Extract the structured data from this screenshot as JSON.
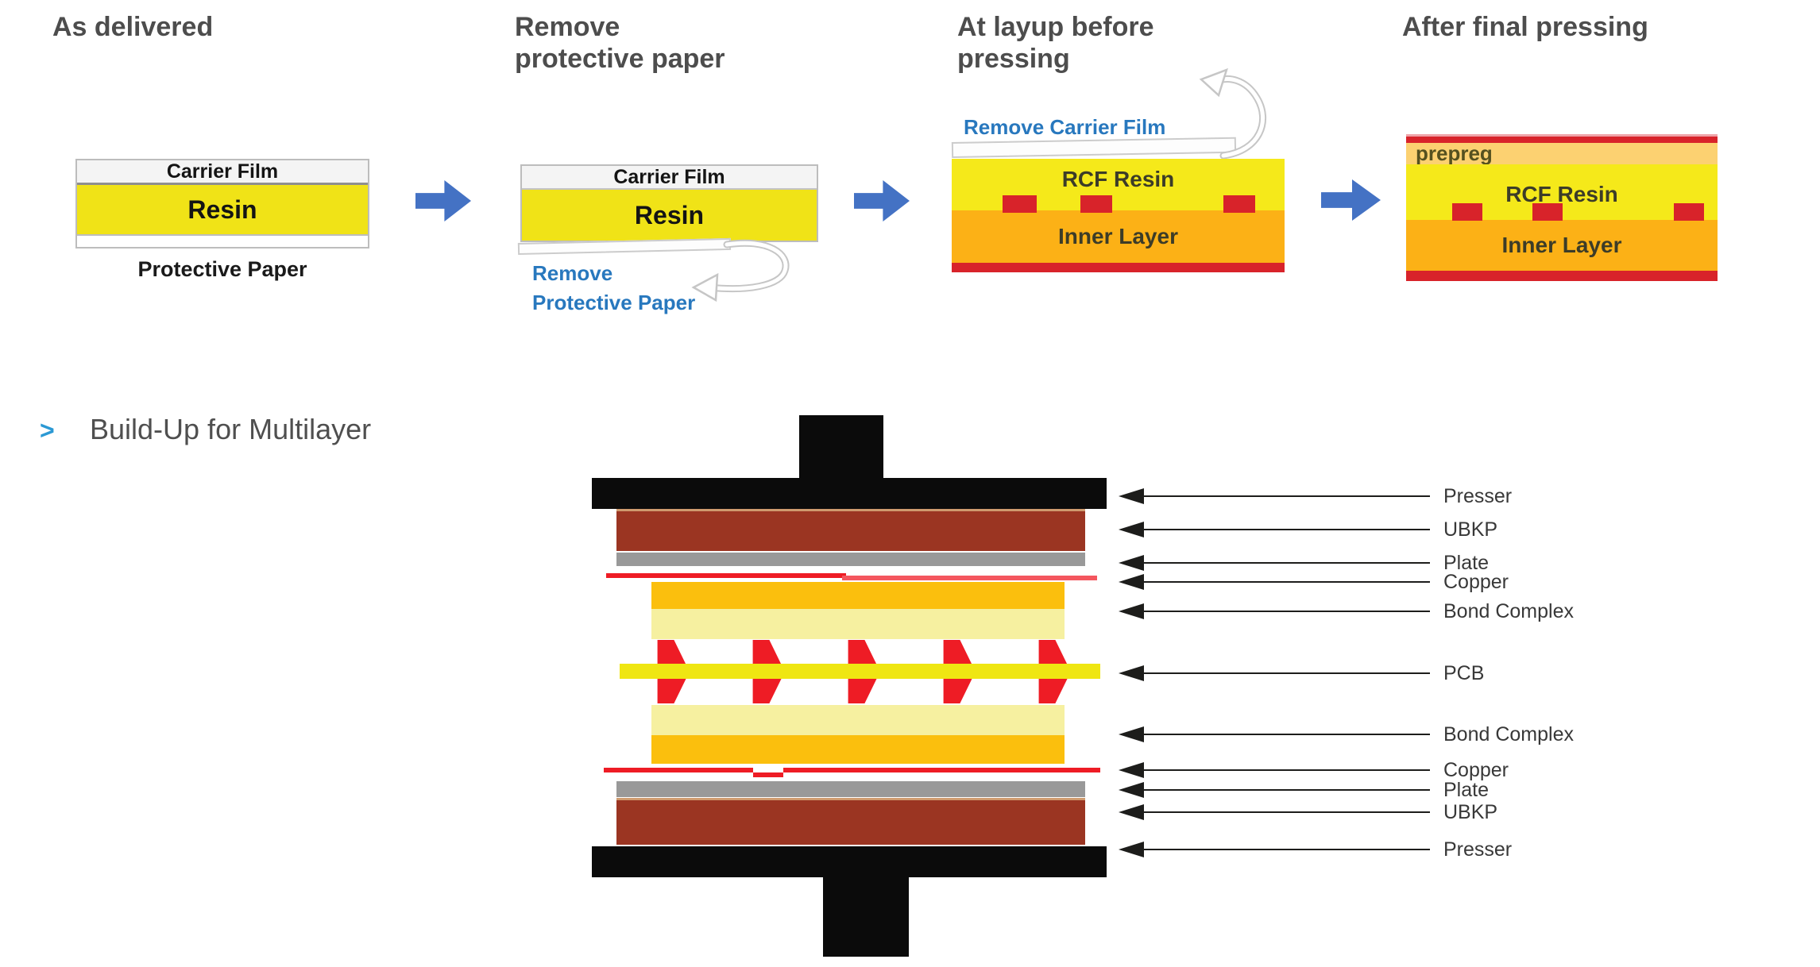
{
  "stage1": {
    "heading": "As delivered",
    "carrier_film": "Carrier Film",
    "resin": "Resin",
    "protective_paper": "Protective Paper"
  },
  "stage2": {
    "heading": "Remove\nprotective paper",
    "carrier_film": "Carrier Film",
    "resin": "Resin",
    "note": "Remove\nProtective Paper"
  },
  "stage3": {
    "heading": "At layup before\npressing",
    "note": "Remove Carrier Film",
    "rcf_resin": "RCF Resin",
    "inner_layer": "Inner Layer"
  },
  "stage4": {
    "heading": "After final pressing",
    "prepreg": "prepreg",
    "rcf_resin": "RCF Resin",
    "inner_layer": "Inner Layer"
  },
  "buildup": {
    "bullet": ">",
    "title": "Build-Up for Multilayer",
    "labels": [
      {
        "text": "Presser"
      },
      {
        "text": "UBKP"
      },
      {
        "text": "Plate"
      },
      {
        "text": "Copper"
      },
      {
        "text": "Bond Complex"
      },
      {
        "text": "PCB"
      },
      {
        "text": "Bond Complex"
      },
      {
        "text": "Copper"
      },
      {
        "text": "Plate"
      },
      {
        "text": "UBKP"
      },
      {
        "text": "Presser"
      }
    ]
  },
  "colors": {
    "accent_blue_arrow": "#4472c4",
    "note_blue": "#2878be",
    "bullet_blue": "#2b99d4",
    "heading_gray": "#4d4d4d",
    "resin_yellow": "#f0e317",
    "rcf_yellow": "#f5e91a",
    "inner_orange": "#fcb116",
    "chip_red": "#d8232a",
    "prepreg_tan": "#fcd171",
    "presser_black": "#0b0b0b",
    "ubkp_brown": "#9b3522",
    "plate_gray": "#999999",
    "copper_red": "#ee1c25",
    "bond_gold": "#fbbf0d",
    "bond_light_yellow": "#f6f0a0",
    "pcb_strip_yellow": "#efe612"
  }
}
